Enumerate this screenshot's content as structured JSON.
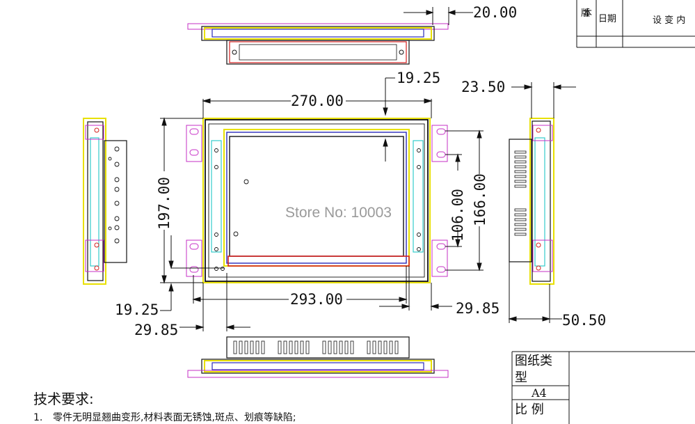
{
  "title_block": {
    "version_label": "版本",
    "date_label": "日期",
    "change_label": "设 变 内"
  },
  "dimensions": {
    "top_offset": "20.00",
    "overall_width": "270.00",
    "inner_offset_top": "19.25",
    "side_depth_top": "23.50",
    "overall_height": "197.00",
    "hole_spacing_small": "106.00",
    "hole_spacing_large": "166.00",
    "inner_offset_left": "19.25",
    "bezel_width": "293.00",
    "right_offset": "29.85",
    "left_offset": "29.85",
    "side_depth": "50.50"
  },
  "watermark": "Store No: 10003",
  "notes": {
    "heading": "技术要求:",
    "item1_number": "1.",
    "item1_text": "零件无明显翘曲变形,材料表面无锈蚀,斑点、划痕等缺陷;"
  },
  "sheet": {
    "type_label": "图纸类型",
    "size": "A4",
    "scale_label": "比 例"
  }
}
